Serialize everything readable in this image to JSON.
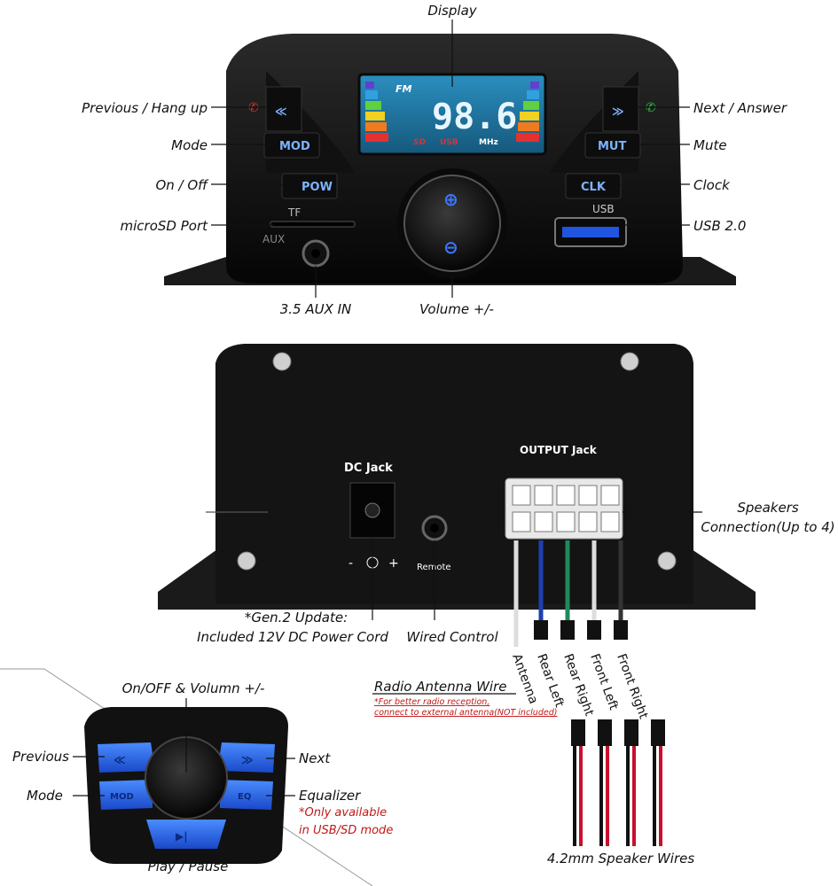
{
  "front_panel": {
    "display_label": "Display",
    "lcd_band": "FM",
    "lcd_freq": "98.6",
    "lcd_unit": "MHz",
    "lcd_sd": "SD",
    "lcd_usb": "USB",
    "btn_prev": "≪",
    "btn_mod": "MOD",
    "btn_pow": "POW",
    "btn_next": "≫",
    "btn_mut": "MUT",
    "btn_clk": "CLK",
    "tf_text": "TF",
    "aux_text": "AUX",
    "usb_text": "USB",
    "labels": {
      "prev_hang": "Previous / Hang up",
      "mode": "Mode",
      "onoff": "On / Off",
      "microsd": "microSD Port",
      "aux_in": "3.5 AUX IN",
      "volume": "Volume +/-",
      "next_answer": "Next / Answer",
      "mute": "Mute",
      "clock": "Clock",
      "usb": "USB 2.0"
    }
  },
  "back_panel": {
    "output_jack": "OUTPUT Jack",
    "dc_jack": "DC Jack",
    "polarity_minus": "-",
    "polarity_plus": "+",
    "remote_text": "Remote",
    "speakers_line1": "Speakers",
    "speakers_line2": "Connection(Up to 4)",
    "gen2_line1": "*Gen.2 Update:",
    "gen2_line2": "Included 12V DC Power Cord",
    "wired_control": "Wired Control",
    "wires": [
      "Antenna",
      "Rear Left",
      "Rear Right",
      "Front Left",
      "Front Right"
    ],
    "radio_antenna": "Radio Antenna Wire",
    "radio_note1": "*For better radio reception,",
    "radio_note2": "connect to external antenna(NOT included)",
    "speaker_wires": "4.2mm Speaker Wires"
  },
  "remote": {
    "top": "On/OFF & Volumn +/-",
    "previous": "Previous",
    "next": "Next",
    "mode": "Mode",
    "equalizer": "Equalizer",
    "eq_note1": "*Only available",
    "eq_note2": "in USB/SD mode",
    "play_pause": "Play / Pause",
    "key_prev": "≪",
    "key_next": "≫",
    "key_mod": "MOD",
    "key_eq": "EQ",
    "key_play": "▶|"
  },
  "colors": {
    "button_blue": "#2f6df0",
    "lcd_bg": "#1d6f9a",
    "wire_blue": "#1f3fb0",
    "wire_green": "#1f8a5a",
    "wire_red": "#c8102e"
  }
}
